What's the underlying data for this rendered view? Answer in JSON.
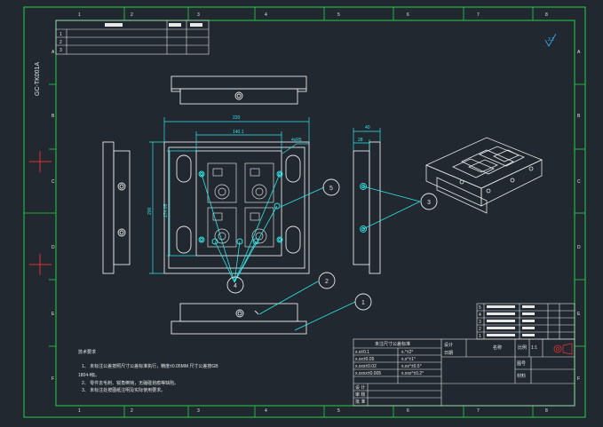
{
  "drawing": {
    "code": "GC-TK001A",
    "zone_cols": [
      "1",
      "2",
      "3",
      "4",
      "5",
      "6",
      "7",
      "8"
    ],
    "zone_rows": [
      "A",
      "B",
      "C",
      "D",
      "E",
      "F"
    ],
    "revision_rows": [
      "1",
      "2",
      "3"
    ],
    "roughness": "3.2"
  },
  "dimensions": {
    "top_width": "220",
    "inner_width": "140.1",
    "corner_radius": "4xR5",
    "height": "200",
    "inner_height": "174.05",
    "side_depth": "40",
    "side_inner": "28"
  },
  "balloons": [
    "1",
    "2",
    "3",
    "4",
    "5"
  ],
  "notes": {
    "title": "技术要求",
    "items": [
      "1、 未标注公差按照尺寸公差标准执行，精度±0.05MM 尺寸公差按GB",
      "1804-f级。",
      "2、 零件去毛刺、锐角倒钝，无磕碰划痕等缺陷。",
      "3、 未标注处按图纸注明及实际使用要求。"
    ]
  },
  "tolerance_table": {
    "header": "未注尺寸公差标准",
    "rows": [
      [
        "x.x±0.1",
        "x.°±2°"
      ],
      [
        "x.xx±0.05",
        "x.x°±1°"
      ],
      [
        "x.xxx±0.02",
        "x.xx°±0.5°"
      ],
      [
        "x.xxxx±0.005",
        "x.xxx°±0.2°"
      ]
    ],
    "left_labels": [
      "设 计",
      "审 核",
      "批 准"
    ]
  },
  "title_block": {
    "cells": [
      "设计",
      "日期",
      "名称",
      "比例",
      "1:1",
      "图号",
      "材料"
    ]
  },
  "bom": {
    "rows": [
      "5",
      "4",
      "3",
      "2",
      "1"
    ]
  }
}
